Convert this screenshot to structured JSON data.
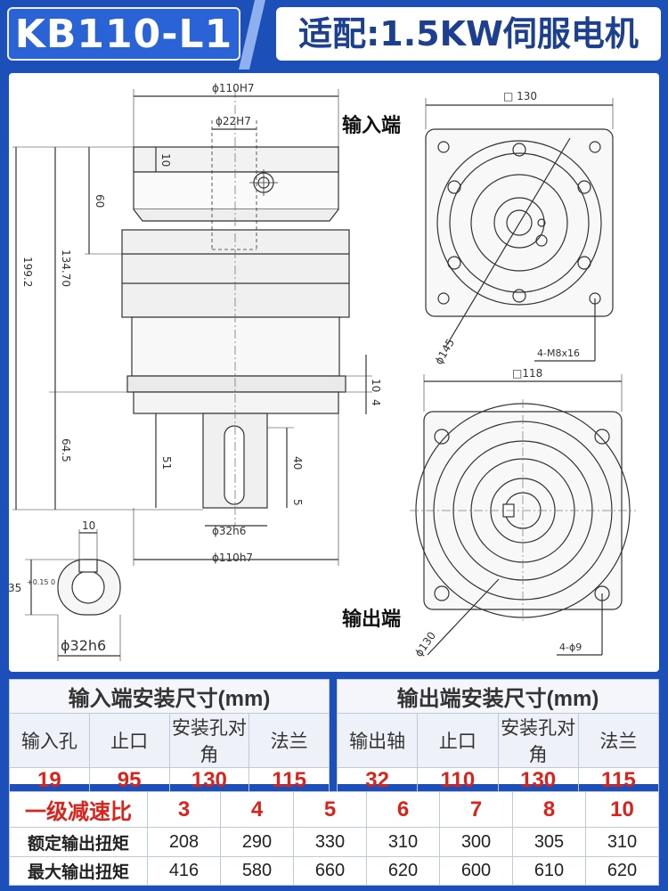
{
  "header": {
    "model": "KB110-L1",
    "subtitle": "适配:1.5KW伺服电机"
  },
  "drawing": {
    "input_label": "输入端",
    "output_label": "输出端",
    "dims": {
      "top_flange_dia": "ϕ110H7",
      "input_bore": "ϕ22H7",
      "d10_top": "10",
      "d60": "60",
      "d134_70": "134.70",
      "d199_2": "199.2",
      "d64_5": "64.5",
      "d51": "51",
      "d40": "40",
      "d5": "5",
      "d10_flange": "10",
      "d4_flange": "4",
      "shaft_dia": "ϕ32h6",
      "bottom_flange_dia": "ϕ110h7",
      "key_width": "10",
      "key_height": "35",
      "key_tol": "+0.15\n0",
      "shaft_section_dia": "ϕ32h6",
      "input_square": "□ 130",
      "input_pcd": "ϕ145",
      "input_holes": "4-M8x16",
      "output_square": "□118",
      "output_pcd": "ϕ130",
      "output_holes": "4-ϕ9"
    }
  },
  "input_table": {
    "title": "输入端安装尺寸(mm)",
    "headers": [
      "输入孔",
      "止口",
      "安装孔对角",
      "法兰"
    ],
    "values": [
      "19",
      "95",
      "130",
      "115"
    ]
  },
  "output_table": {
    "title": "输出端安装尺寸(mm)",
    "headers": [
      "输出轴",
      "止口",
      "安装孔对角",
      "法兰"
    ],
    "values": [
      "32",
      "110",
      "130",
      "115"
    ]
  },
  "ratio_table": {
    "ratio_label": "一级减速比",
    "ratios": [
      "3",
      "4",
      "5",
      "6",
      "7",
      "8",
      "10"
    ],
    "rated_label": "额定输出扭矩",
    "rated": [
      "208",
      "290",
      "330",
      "310",
      "300",
      "305",
      "310"
    ],
    "max_label": "最大输出扭矩",
    "max": [
      "416",
      "580",
      "660",
      "620",
      "600",
      "610",
      "620"
    ]
  }
}
